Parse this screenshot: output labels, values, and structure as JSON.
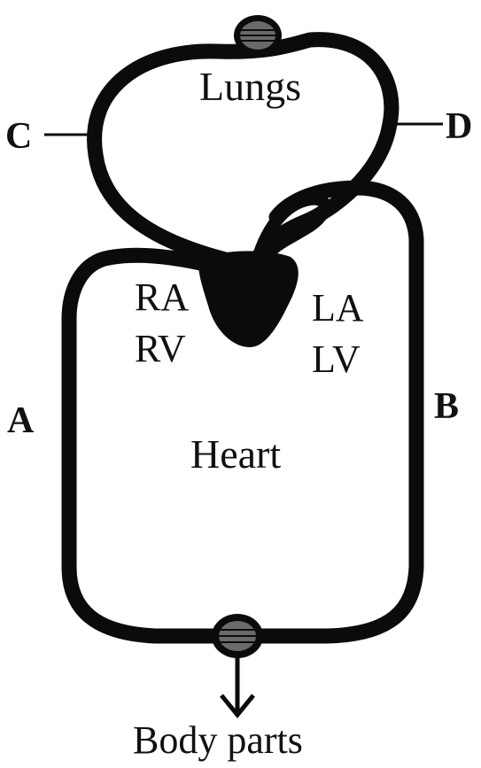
{
  "labels": {
    "lungs": "Lungs",
    "heart": "Heart",
    "body_parts": "Body parts",
    "ra": "RA",
    "rv": "RV",
    "la": "LA",
    "lv": "LV",
    "a": "A",
    "b": "B",
    "c": "C",
    "d": "D"
  },
  "colors": {
    "vessel": "#0b0b0b",
    "capillary": "#6a6a6a",
    "background": "#ffffff"
  }
}
